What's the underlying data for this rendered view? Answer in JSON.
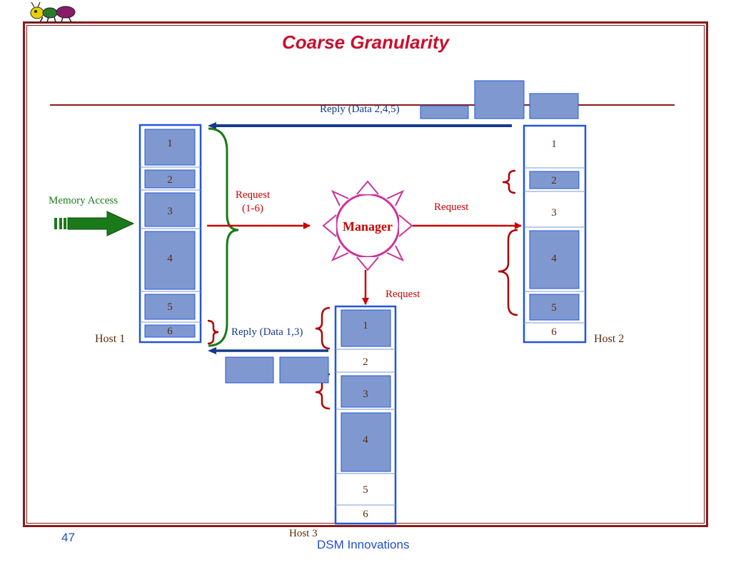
{
  "title": "Coarse Granularity",
  "footer": {
    "page_number": "47",
    "brand": "DSM Innovations"
  },
  "hosts": {
    "host1": {
      "label": "Host 1",
      "blocks": [
        "1",
        "2",
        "3",
        "4",
        "5",
        "6"
      ]
    },
    "host2": {
      "label": "Host 2",
      "blocks": [
        "1",
        "2",
        "3",
        "4",
        "5",
        "6"
      ]
    },
    "host3": {
      "label": "Host 3",
      "blocks": [
        "1",
        "2",
        "3",
        "4",
        "5",
        "6"
      ]
    }
  },
  "manager": {
    "label": "Manager"
  },
  "labels": {
    "memory_access": "Memory Access",
    "request_1_6_line1": "Request",
    "request_1_6_line2": "(1-6)",
    "request_to_host2": "Request",
    "request_to_host3": "Request",
    "reply_data_245": "Reply (Data 2,4,5)",
    "reply_data_13": "Reply (Data 1,3)"
  },
  "colors": {
    "frame": "#8b1a1a",
    "title": "#c8102e",
    "host_border": "#2255dd",
    "block_fill": "#7f99d0",
    "request_arrow": "#cc0000",
    "reply_arrow": "#143a8a",
    "manager": "#cc3399",
    "memory_arrow": "#1a7a1a",
    "brace_green": "#1a7a1a",
    "brace_red": "#b00000",
    "text_brown": "#5a2a0a"
  }
}
